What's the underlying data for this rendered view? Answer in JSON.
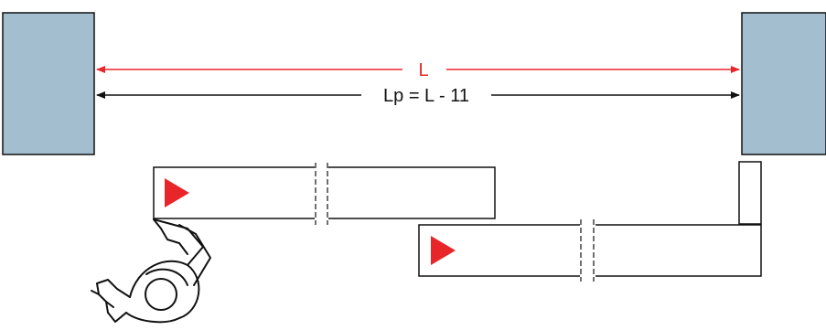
{
  "labels": {
    "dimension_l": "L",
    "dimension_lp": "Lp = L - 11"
  },
  "colors": {
    "wall_fill": "#a3bfcf",
    "outline": "#111111",
    "accent_red": "#e8262a",
    "background": "#ffffff"
  },
  "icons": {
    "direction_marker": "red-triangle-arrow",
    "person": "person-top-view"
  }
}
